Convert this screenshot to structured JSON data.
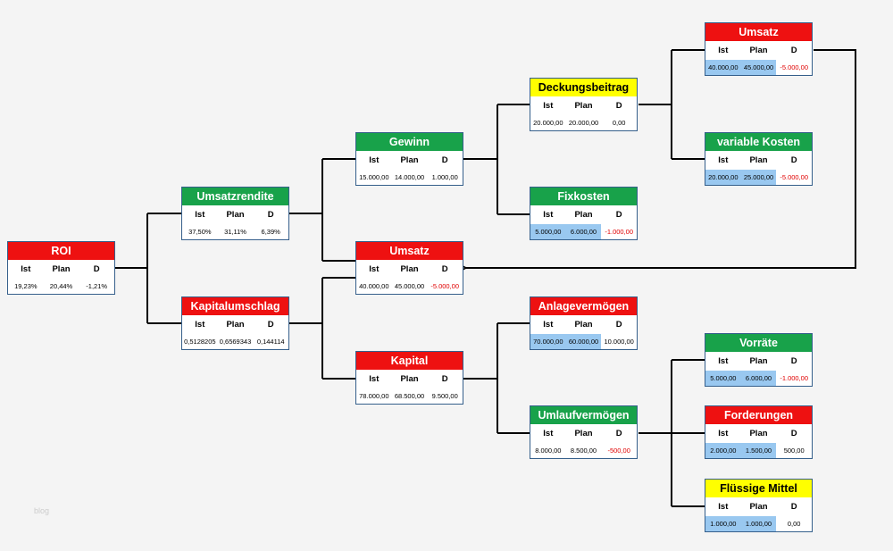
{
  "labels": {
    "ist": "Ist",
    "plan": "Plan",
    "d": "D"
  },
  "nodes": {
    "roi": {
      "title": "ROI",
      "ist": "19,23%",
      "plan": "20,44%",
      "d": "-1,21%",
      "color": "red"
    },
    "umsatzrendite": {
      "title": "Umsatzrendite",
      "ist": "37,50%",
      "plan": "31,11%",
      "d": "6,39%",
      "color": "green"
    },
    "kapitalumschlag": {
      "title": "Kapitalumschlag",
      "ist": "0,5128205",
      "plan": "0,6569343",
      "d": "0,144114",
      "color": "red"
    },
    "gewinn": {
      "title": "Gewinn",
      "ist": "15.000,00",
      "plan": "14.000,00",
      "d": "1.000,00",
      "color": "green"
    },
    "umsatz_mid": {
      "title": "Umsatz",
      "ist": "40.000,00",
      "plan": "45.000,00",
      "d": "-5.000,00",
      "color": "red"
    },
    "kapital": {
      "title": "Kapital",
      "ist": "78.000,00",
      "plan": "68.500,00",
      "d": "9.500,00",
      "color": "red"
    },
    "deckungsbeitrag": {
      "title": "Deckungsbeitrag",
      "ist": "20.000,00",
      "plan": "20.000,00",
      "d": "0,00",
      "color": "yellow"
    },
    "fixkosten": {
      "title": "Fixkosten",
      "ist": "5.000,00",
      "plan": "6.000,00",
      "d": "-1.000,00",
      "color": "green"
    },
    "anlagevermoegen": {
      "title": "Anlagevermögen",
      "ist": "70.000,00",
      "plan": "60.000,00",
      "d": "10.000,00",
      "color": "red"
    },
    "umlaufvermoegen": {
      "title": "Umlaufvermögen",
      "ist": "8.000,00",
      "plan": "8.500,00",
      "d": "-500,00",
      "color": "green"
    },
    "umsatz_top": {
      "title": "Umsatz",
      "ist": "40.000,00",
      "plan": "45.000,00",
      "d": "-5.000,00",
      "color": "red"
    },
    "variable_kosten": {
      "title": "variable Kosten",
      "ist": "20.000,00",
      "plan": "25.000,00",
      "d": "-5.000,00",
      "color": "green"
    },
    "vorraete": {
      "title": "Vorräte",
      "ist": "5.000,00",
      "plan": "6.000,00",
      "d": "-1.000,00",
      "color": "green"
    },
    "forderungen": {
      "title": "Forderungen",
      "ist": "2.000,00",
      "plan": "1.500,00",
      "d": "500,00",
      "color": "red"
    },
    "fluessige_mittel": {
      "title": "Flüssige Mittel",
      "ist": "1.000,00",
      "plan": "1.000,00",
      "d": "0,00",
      "color": "yellow"
    }
  },
  "watermark": "blog"
}
